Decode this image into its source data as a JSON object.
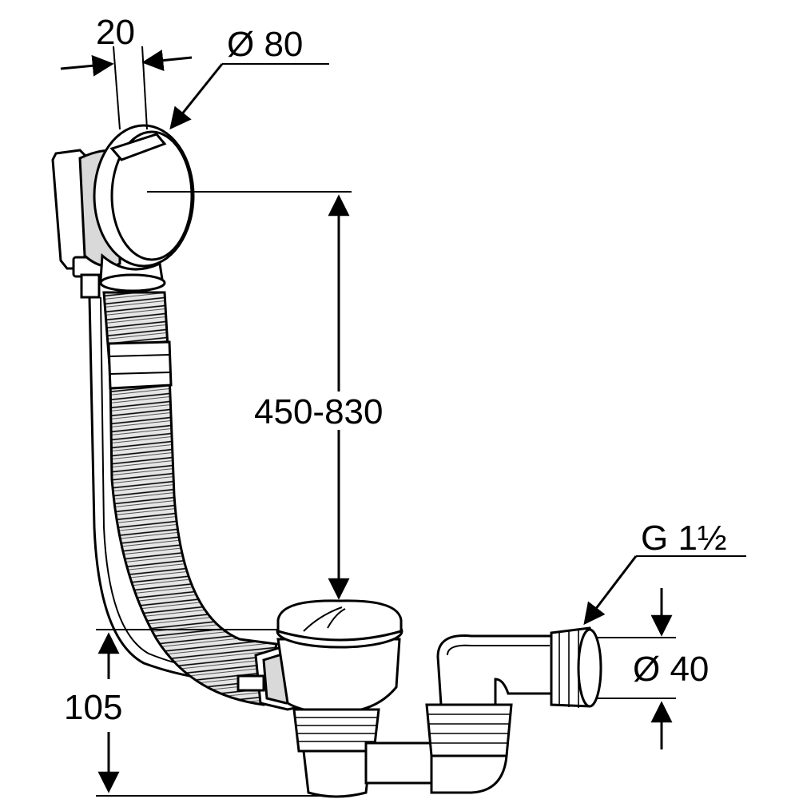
{
  "dimensions": {
    "flange_width": "20",
    "overflow_diameter": "Ø 80",
    "height_range": "450-830",
    "thread_size": "G 1½",
    "outlet_diameter": "Ø 40",
    "drain_height": "105"
  }
}
